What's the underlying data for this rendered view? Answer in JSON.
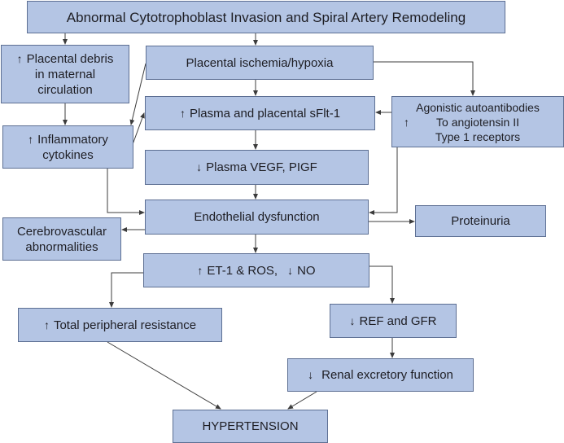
{
  "title": "Abnormal Cytotrophoblast Invasion and Spiral Artery Remodeling",
  "colors": {
    "box_fill": "#b4c5e4",
    "box_border": "#5d6f93",
    "line": "#3c3c3c",
    "text": "#1e1e24"
  },
  "arrows": {
    "up": "↑",
    "down": "↓"
  },
  "nodes": {
    "top": {
      "label": "Abnormal Cytotrophoblast Invasion and Spiral Artery Remodeling"
    },
    "debris": {
      "direction": "up",
      "lines": [
        "Placental debris",
        "in maternal",
        "circulation"
      ]
    },
    "ischemia": {
      "label": "Placental ischemia/hypoxia"
    },
    "sflt": {
      "direction": "up",
      "label": "Plasma and placental sFlt-1"
    },
    "agon": {
      "direction": "up",
      "lines": [
        "Agonistic autoantibodies",
        "To angiotensin II",
        "Type 1 receptors"
      ]
    },
    "inflam": {
      "direction": "up",
      "lines": [
        "Inflammatory",
        "cytokines"
      ]
    },
    "vegf": {
      "direction": "down",
      "label": "Plasma VEGF, PIGF"
    },
    "endo": {
      "label": "Endothelial dysfunction"
    },
    "prot": {
      "label": "Proteinuria"
    },
    "cereb": {
      "lines": [
        "Cerebrovascular",
        "abnormalities"
      ]
    },
    "et1": {
      "part1_direction": "up",
      "part1": "ET-1 & ROS,",
      "part2_direction": "down",
      "part2": "NO"
    },
    "tpr": {
      "direction": "up",
      "label": "Total peripheral resistance"
    },
    "ref": {
      "direction": "down",
      "label": "REF and GFR"
    },
    "renal": {
      "direction": "down",
      "label": "Renal excretory function"
    },
    "htn": {
      "label": "HYPERTENSION"
    }
  },
  "edges": [
    [
      "top",
      "debris"
    ],
    [
      "top",
      "ischemia"
    ],
    [
      "debris",
      "inflam"
    ],
    [
      "ischemia",
      "inflam"
    ],
    [
      "inflam",
      "sflt"
    ],
    [
      "ischemia",
      "sflt"
    ],
    [
      "ischemia",
      "agon"
    ],
    [
      "agon",
      "sflt"
    ],
    [
      "sflt",
      "vegf"
    ],
    [
      "vegf",
      "endo"
    ],
    [
      "inflam",
      "endo"
    ],
    [
      "agon",
      "endo"
    ],
    [
      "endo",
      "cereb"
    ],
    [
      "endo",
      "prot"
    ],
    [
      "endo",
      "et1"
    ],
    [
      "et1",
      "tpr"
    ],
    [
      "et1",
      "ref"
    ],
    [
      "ref",
      "renal"
    ],
    [
      "tpr",
      "htn"
    ],
    [
      "renal",
      "htn"
    ]
  ]
}
